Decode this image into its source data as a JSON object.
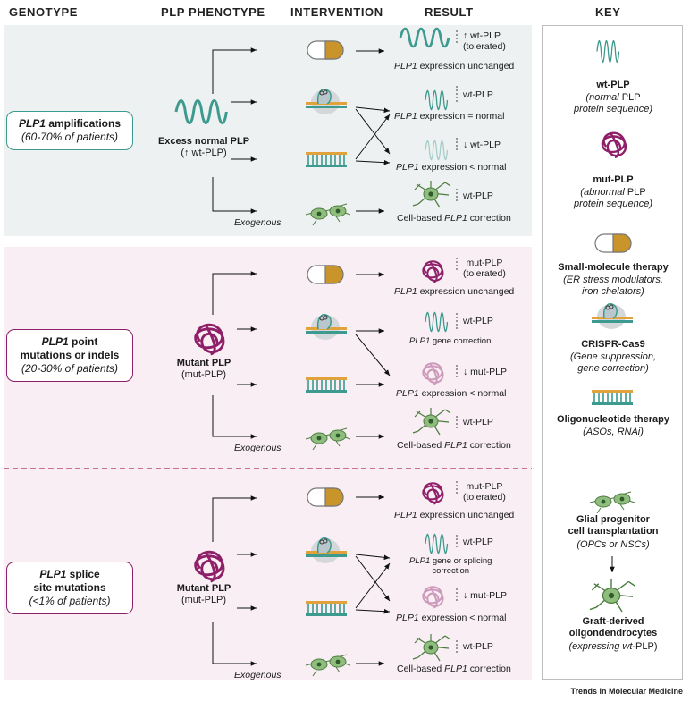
{
  "headers": {
    "genotype": "GENOTYPE",
    "phenotype": "PLP PHENOTYPE",
    "intervention": "INTERVENTION",
    "result": "RESULT",
    "key": "KEY"
  },
  "colors": {
    "teal": "#3d9a8e",
    "magenta": "#8e1f68",
    "panel_top": "#eef1f2",
    "panel_pink": "#f8eef3",
    "pill_gold": "#c9952b",
    "cell_green": "#8ebd7d",
    "dash": "#b0235a"
  },
  "panels": [
    {
      "genotype_name": "PLP1",
      "genotype_rest": " amplifications",
      "genotype_sub": "(60-70% of patients)",
      "phenotype_name": "Excess normal PLP",
      "phenotype_sub": "(↑ wt-PLP)",
      "exogenous": "Exogenous",
      "results": [
        {
          "label": "↑ wt-PLP",
          "label2": "(tolerated)",
          "caption_italic": "PLP1",
          "caption_rest": " expression unchanged"
        },
        {
          "label": "wt-PLP",
          "label2": "",
          "caption_italic": "PLP1",
          "caption_rest": " expression = normal"
        },
        {
          "label": "↓ wt-PLP",
          "label2": "",
          "caption_italic": "PLP1",
          "caption_rest": " expression < normal"
        },
        {
          "label": "wt-PLP",
          "label2": "",
          "caption_pre": "Cell-based ",
          "caption_italic": "PLP1",
          "caption_rest": " correction"
        }
      ]
    },
    {
      "genotype_name": "PLP1",
      "genotype_rest": " point",
      "genotype_line2": "mutations or indels",
      "genotype_sub": "(20-30% of patients)",
      "phenotype_name": "Mutant PLP",
      "phenotype_sub": "(mut-PLP)",
      "exogenous": "Exogenous",
      "results": [
        {
          "label": "mut-PLP",
          "label2": "(tolerated)",
          "caption_italic": "PLP1",
          "caption_rest": " expression unchanged"
        },
        {
          "label": "wt-PLP",
          "label2": "",
          "caption_italic": "PLP1",
          "caption_rest": " gene correction"
        },
        {
          "label": "↓ mut-PLP",
          "label2": "",
          "caption_italic": "PLP1",
          "caption_rest": " expression < normal"
        },
        {
          "label": "wt-PLP",
          "label2": "",
          "caption_pre": "Cell-based ",
          "caption_italic": "PLP1",
          "caption_rest": " correction"
        }
      ]
    },
    {
      "genotype_name": "PLP1",
      "genotype_rest": " splice",
      "genotype_line2": "site mutations",
      "genotype_sub": "(<1% of patients)",
      "phenotype_name": "Mutant PLP",
      "phenotype_sub": "(mut-PLP)",
      "exogenous": "Exogenous",
      "results": [
        {
          "label": "mut-PLP",
          "label2": "(tolerated)",
          "caption_italic": "PLP1",
          "caption_rest": " expression unchanged"
        },
        {
          "label": "wt-PLP",
          "label2": "",
          "caption_italic": "PLP1",
          "caption_rest": " gene or splicing",
          "caption_line2": "correction"
        },
        {
          "label": "↓ mut-PLP",
          "label2": "",
          "caption_italic": "PLP1",
          "caption_rest": " expression < normal"
        },
        {
          "label": "wt-PLP",
          "label2": "",
          "caption_pre": "Cell-based ",
          "caption_italic": "PLP1",
          "caption_rest": " correction"
        }
      ]
    }
  ],
  "key": [
    {
      "icon": "wave-icon",
      "title": "wt-PLP",
      "desc1_italic": "normal",
      "desc1_rest": " PLP",
      "desc2": "protein sequence)"
    },
    {
      "icon": "tangle-icon",
      "title": "mut-PLP",
      "desc1_italic": "abnormal",
      "desc1_rest": " PLP",
      "desc2": "protein sequence)"
    },
    {
      "icon": "capsule-icon",
      "title": "Small-molecule therapy",
      "desc1": "(ER stress modulators,",
      "desc2": "iron chelators)"
    },
    {
      "icon": "crispr-icon",
      "title": "CRISPR-Cas9",
      "desc1": "(Gene suppression,",
      "desc2": "gene correction)"
    },
    {
      "icon": "oligo-icon",
      "title": "Oligonucleotide therapy",
      "desc1": "(ASOs, RNAi)",
      "desc2": ""
    },
    {
      "icon": "progenitor-cells-icon",
      "title": "Glial progenitor",
      "title2": "cell transplantation",
      "desc1": "(OPCs or NSCs)",
      "desc2": ""
    },
    {
      "icon": "oligodendrocyte-icon",
      "title": "Graft-derived",
      "title2": "oligondendrocytes",
      "desc1_pre": "(expressing ",
      "desc1_italic": "wt",
      "desc1_rest": "-PLP)"
    }
  ],
  "footer": "Trends in Molecular Medicine"
}
